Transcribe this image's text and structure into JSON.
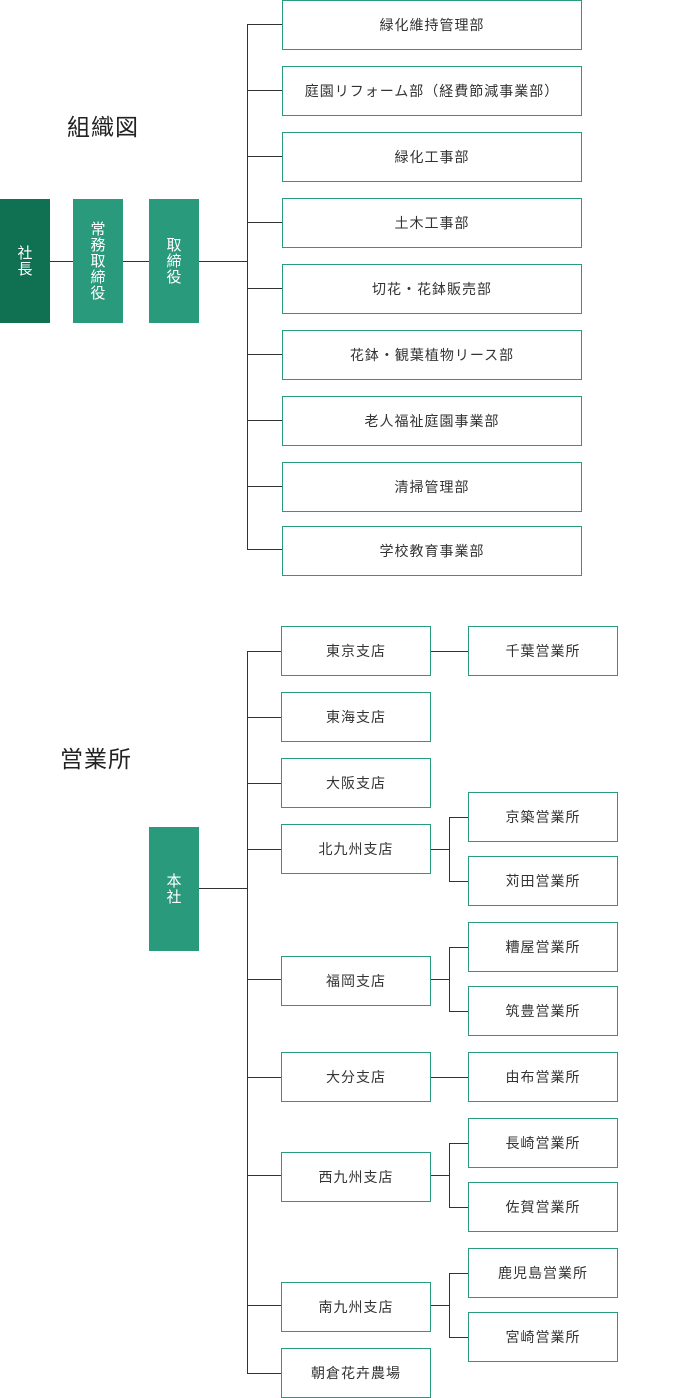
{
  "org": {
    "title": "組織図",
    "president": "社長",
    "managing_director": "常務取締役",
    "director": "取締役",
    "departments": [
      "緑化維持管理部",
      "庭園リフォーム部（経費節減事業部）",
      "緑化工事部",
      "土木工事部",
      "切花・花鉢販売部",
      "花鉢・観葉植物リース部",
      "老人福祉庭園事業部",
      "清掃管理部",
      "学校教育事業部"
    ]
  },
  "offices": {
    "title": "営業所",
    "head_office": "本社",
    "branches": [
      {
        "name": "東京支店",
        "sales_offices": [
          "千葉営業所"
        ]
      },
      {
        "name": "東海支店",
        "sales_offices": []
      },
      {
        "name": "大阪支店",
        "sales_offices": []
      },
      {
        "name": "北九州支店",
        "sales_offices": [
          "京築営業所",
          "苅田営業所"
        ]
      },
      {
        "name": "福岡支店",
        "sales_offices": [
          "糟屋営業所",
          "筑豊営業所"
        ]
      },
      {
        "name": "大分支店",
        "sales_offices": [
          "由布営業所"
        ]
      },
      {
        "name": "西九州支店",
        "sales_offices": [
          "長崎営業所",
          "佐賀営業所"
        ]
      },
      {
        "name": "南九州支店",
        "sales_offices": [
          "鹿児島営業所",
          "宮崎営業所"
        ]
      },
      {
        "name": "朝倉花卉農場",
        "sales_offices": []
      }
    ]
  },
  "colors": {
    "president_fill": "#0f7052",
    "director_fill": "#2a9a7c",
    "box_border": "#2a9a7c",
    "line": "#333333"
  }
}
